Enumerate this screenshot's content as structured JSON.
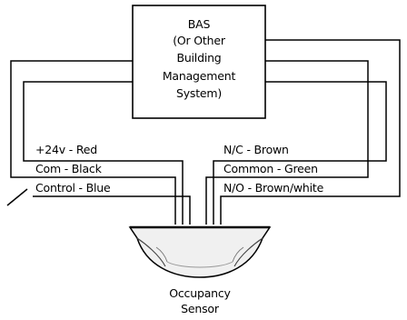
{
  "bas": {
    "lines": [
      "BAS",
      "(Or Other",
      "Building",
      "Management",
      "System)"
    ]
  },
  "wires_left": [
    {
      "label": "+24v - Red"
    },
    {
      "label": "Com - Black"
    },
    {
      "label": "Control - Blue"
    }
  ],
  "wires_right": [
    {
      "label": "N/C - Brown"
    },
    {
      "label": "Common - Green"
    },
    {
      "label": "N/O - Brown/white"
    }
  ],
  "sensor": {
    "lines": [
      "Occupancy",
      "Sensor"
    ]
  }
}
